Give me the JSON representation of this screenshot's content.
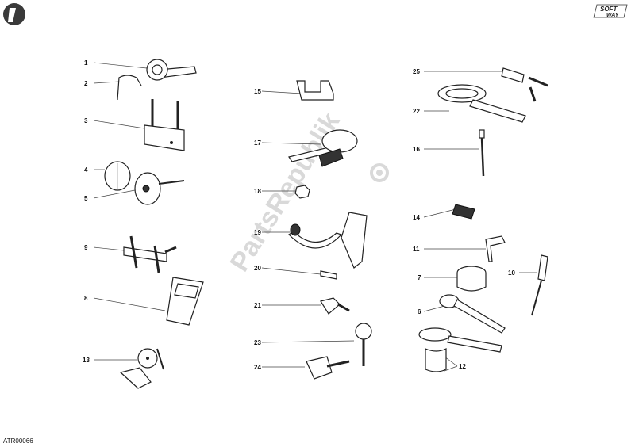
{
  "diagram": {
    "drawing_code": "ATR00066",
    "brand_top": "SOFT",
    "brand_bottom": "WAY",
    "watermark": "PartsRepublik",
    "callouts": [
      {
        "id": "c1",
        "text": "1"
      },
      {
        "id": "c2",
        "text": "2"
      },
      {
        "id": "c3",
        "text": "3"
      },
      {
        "id": "c4",
        "text": "4"
      },
      {
        "id": "c5",
        "text": "5"
      },
      {
        "id": "c9",
        "text": "9"
      },
      {
        "id": "c8",
        "text": "8"
      },
      {
        "id": "c13",
        "text": "13"
      },
      {
        "id": "c15",
        "text": "15"
      },
      {
        "id": "c17",
        "text": "17"
      },
      {
        "id": "c18",
        "text": "18"
      },
      {
        "id": "c19",
        "text": "19"
      },
      {
        "id": "c20",
        "text": "20"
      },
      {
        "id": "c21",
        "text": "21"
      },
      {
        "id": "c23",
        "text": "23"
      },
      {
        "id": "c24",
        "text": "24"
      },
      {
        "id": "c25",
        "text": "25"
      },
      {
        "id": "c22",
        "text": "22"
      },
      {
        "id": "c16",
        "text": "16"
      },
      {
        "id": "c14",
        "text": "14"
      },
      {
        "id": "c11",
        "text": "11"
      },
      {
        "id": "c7",
        "text": "7"
      },
      {
        "id": "c10",
        "text": "10"
      },
      {
        "id": "c6",
        "text": "6"
      },
      {
        "id": "c12",
        "text": "12"
      }
    ]
  }
}
